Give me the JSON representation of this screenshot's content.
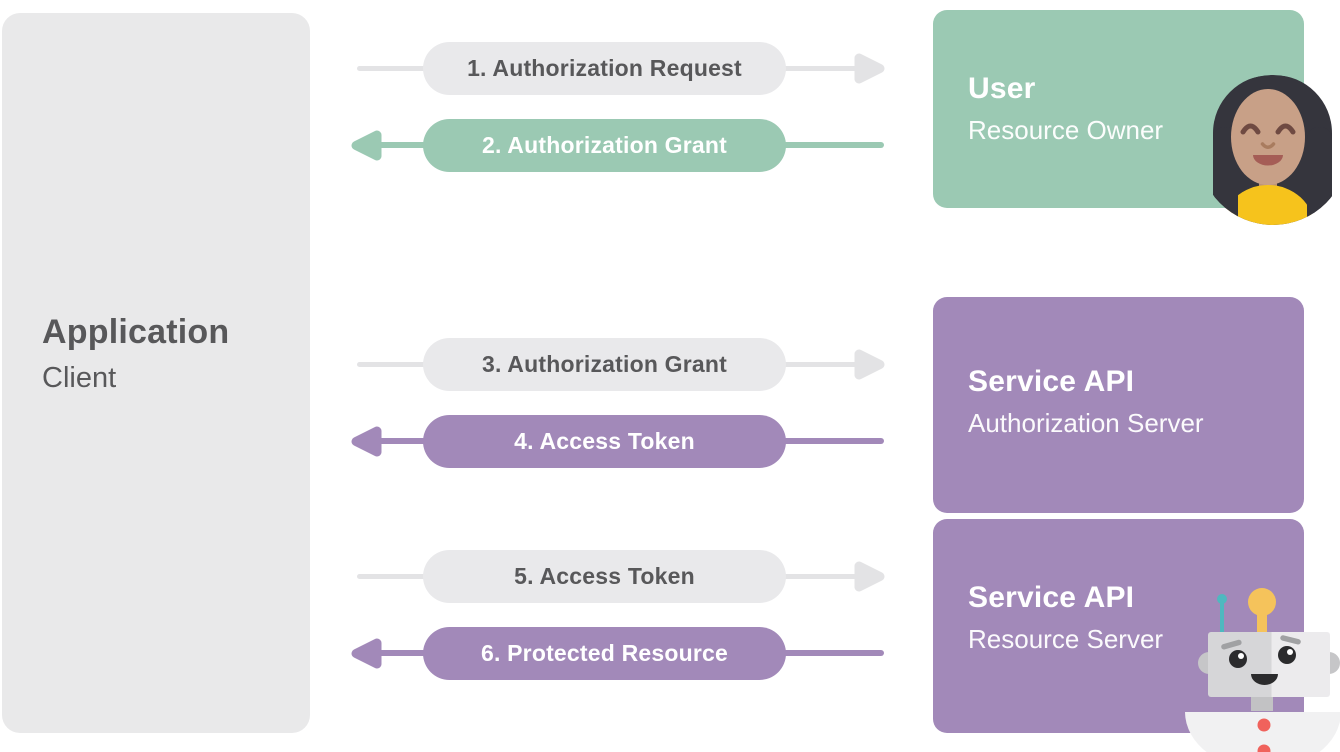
{
  "application": {
    "title": "Application",
    "subtitle": "Client"
  },
  "user": {
    "title": "User",
    "subtitle": "Resource Owner"
  },
  "authorization_server": {
    "title": "Service API",
    "subtitle": "Authorization Server"
  },
  "resource_server": {
    "title": "Service API",
    "subtitle": "Resource Server"
  },
  "arrows": [
    {
      "label": "1. Authorization Request",
      "direction": "right",
      "style": "gray"
    },
    {
      "label": "2. Authorization Grant",
      "direction": "left",
      "style": "green"
    },
    {
      "label": "3. Authorization Grant",
      "direction": "right",
      "style": "gray"
    },
    {
      "label": "4. Access Token",
      "direction": "left",
      "style": "purple"
    },
    {
      "label": "5. Access Token",
      "direction": "right",
      "style": "gray"
    },
    {
      "label": "6. Protected Resource",
      "direction": "left",
      "style": "purple"
    }
  ],
  "icons": {
    "user_avatar": "woman-avatar-icon",
    "resource_robot": "robot-icon"
  },
  "colors": {
    "green": "#9bc9b3",
    "purple": "#a289b9",
    "box_gray": "#e9e9ea",
    "arrow_gray": "#e3e3e5",
    "text_dark": "#58585a",
    "text_light": "#ffffff",
    "background": "#ffffff",
    "robot_accent_teal": "#4fb8bf",
    "robot_accent_yellow": "#f5c35b",
    "robot_button_red": "#f0625c",
    "avatar_shirt_yellow": "#f6c31c"
  }
}
